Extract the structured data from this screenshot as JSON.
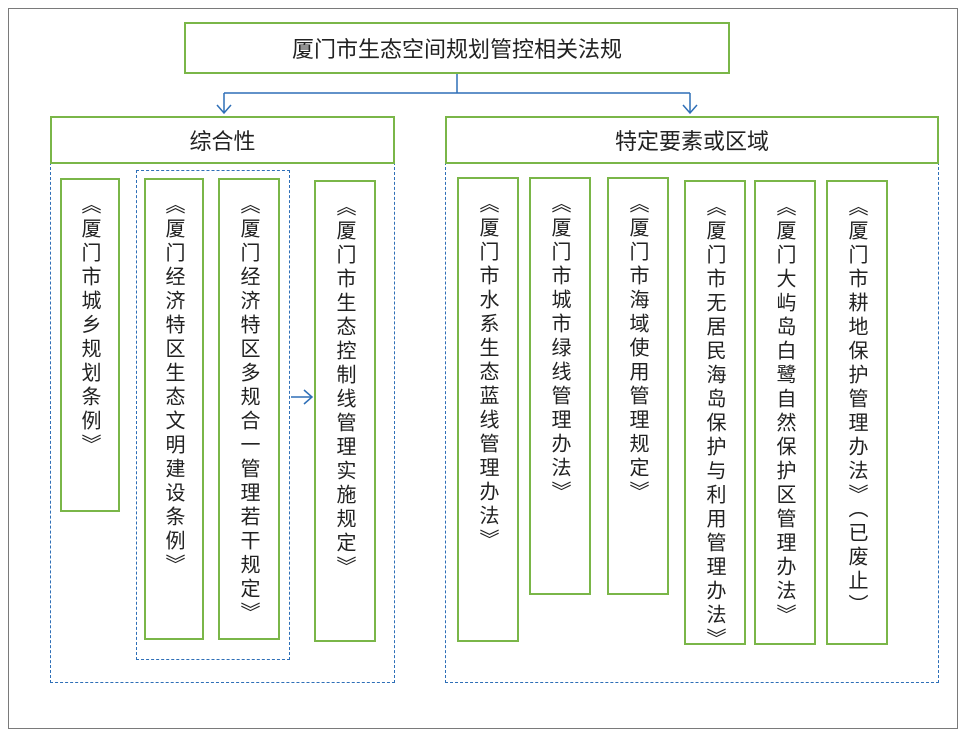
{
  "title": "厦门市生态空间规划管控相关法规",
  "categories": [
    {
      "name": "综合性",
      "laws": [
        "《厦门市城乡规划条例》",
        "《厦门经济特区生态文明建设条例》",
        "《厦门经济特区多规合一管理若干规定》",
        "《厦门市生态控制线管理实施规定》"
      ]
    },
    {
      "name": "特定要素或区域",
      "laws": [
        "《厦门市水系生态蓝线管理办法》",
        "《厦门市城市绿线管理办法》",
        "《厦门市海域使用管理规定》",
        "《厦门市无居民海岛保护与利用管理办法》",
        "《厦门大屿岛白鹭自然保护区管理办法》",
        "《厦门市耕地保护管理办法》（已废止）"
      ]
    }
  ],
  "colors": {
    "box_border": "#7ab648",
    "connector": "#2e6fb7",
    "dashed_border": "#2e6fb7"
  }
}
